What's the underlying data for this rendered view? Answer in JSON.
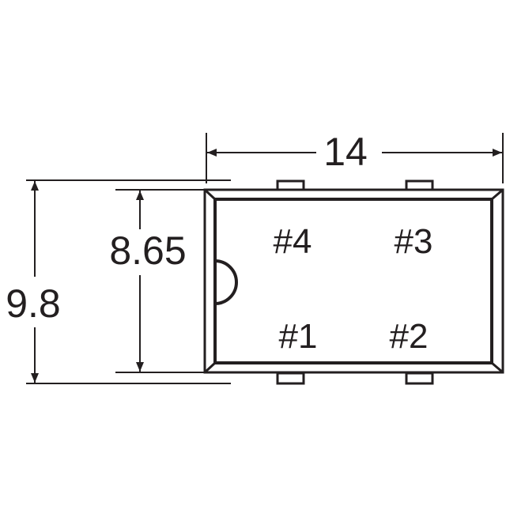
{
  "colors": {
    "ink": "#231f20",
    "background": "#ffffff"
  },
  "dimensions": {
    "length": "14",
    "overall_width": "9.8",
    "body_width": "8.65"
  },
  "pins": [
    {
      "label": "#4"
    },
    {
      "label": "#3"
    },
    {
      "label": "#1"
    },
    {
      "label": "#2"
    }
  ]
}
